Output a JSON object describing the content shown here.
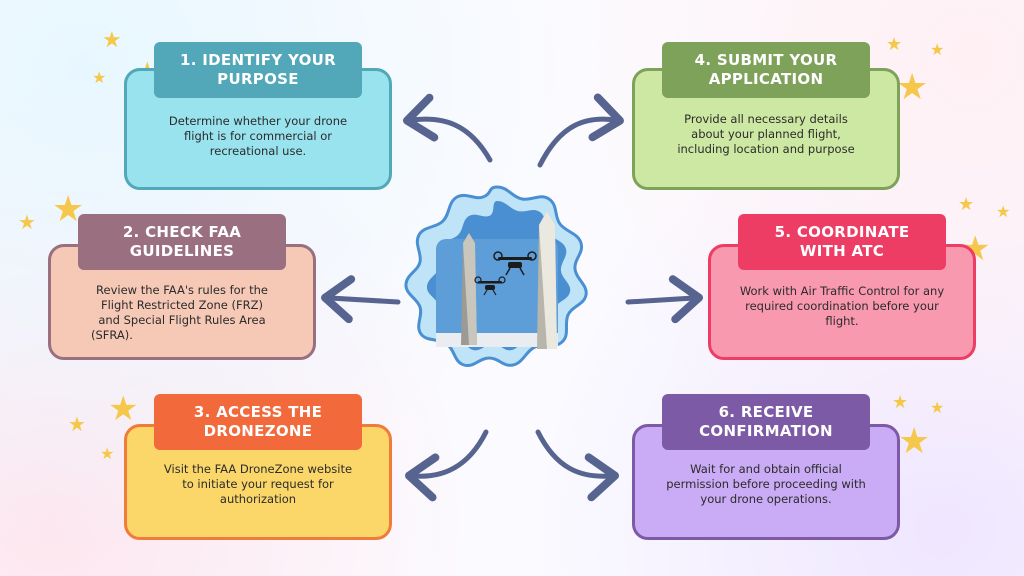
{
  "colors": {
    "arrow": "#56648f",
    "star": "#f5c84c",
    "badge_fill": "#4b8fd3",
    "badge_ring": "#bfe4f7"
  },
  "steps": [
    {
      "title_line1": "1. IDENTIFY YOUR",
      "title_line2": "PURPOSE",
      "body_line1": "Determine whether your drone",
      "body_line2": "flight is for commercial or",
      "body_line3": "recreational use.",
      "body_line4": "",
      "tab_color": "#52a7b8",
      "card_color": "#99e3ee",
      "border_color": "#52a7b8"
    },
    {
      "title_line1": "2. CHECK FAA",
      "title_line2": "GUIDELINES",
      "body_line1": "Review the FAA's rules for the",
      "body_line2": "Flight Restricted Zone (FRZ)",
      "body_line3": "and Special Flight Rules Area",
      "body_line4": "(SFRA).",
      "tab_color": "#9a6f80",
      "card_color": "#f6c9b7",
      "border_color": "#9a6f80"
    },
    {
      "title_line1": "3. ACCESS THE",
      "title_line2": "DRONEZONE",
      "body_line1": "Visit the FAA DroneZone website",
      "body_line2": "to initiate your request for",
      "body_line3": "authorization",
      "body_line4": "",
      "tab_color": "#f26a3c",
      "card_color": "#fbd76a",
      "border_color": "#f07c3c"
    },
    {
      "title_line1": "4. SUBMIT YOUR",
      "title_line2": "APPLICATION",
      "body_line1": "Provide all necessary details",
      "body_line2": "about your planned flight,",
      "body_line3": "including location and purpose",
      "body_line4": "",
      "tab_color": "#7ea25a",
      "card_color": "#cde8a3",
      "border_color": "#7ea25a"
    },
    {
      "title_line1": "5. COORDINATE",
      "title_line2": "WITH ATC",
      "body_line1": "Work with Air Traffic Control for any",
      "body_line2": "required coordination before your",
      "body_line3": "flight.",
      "body_line4": "",
      "tab_color": "#ee3d64",
      "card_color": "#f899b0",
      "border_color": "#ee3d64"
    },
    {
      "title_line1": "6. RECEIVE",
      "title_line2": "CONFIRMATION",
      "body_line1": "Wait for and obtain official",
      "body_line2": "permission before proceeding with",
      "body_line3": "your drone operations.",
      "body_line4": "",
      "tab_color": "#7d5aa6",
      "card_color": "#c9acf5",
      "border_color": "#7d5aa6"
    }
  ],
  "center": {
    "image_description_icon": "monument-drones-icon"
  }
}
